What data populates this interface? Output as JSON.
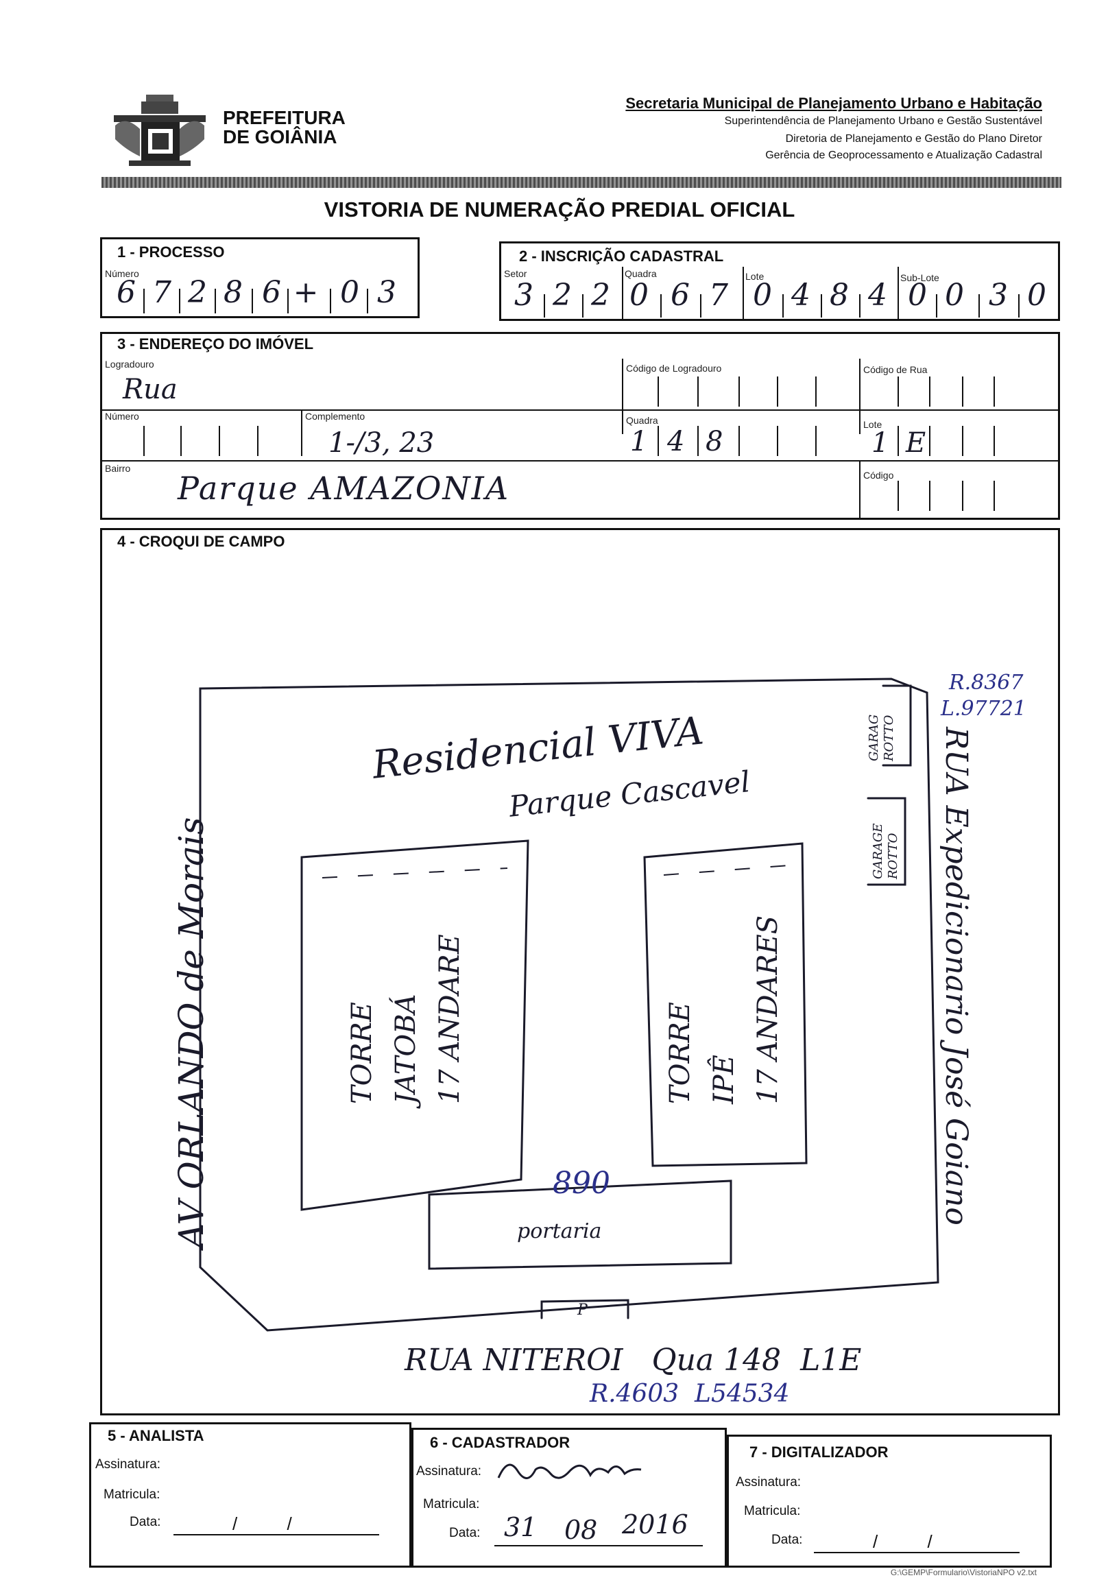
{
  "header": {
    "municipality_line1": "PREFEITURA",
    "municipality_line2": "DE GOIÂNIA",
    "secretaria": "Secretaria Municipal de Planejamento Urbano e Habitação",
    "superintendencia": "Superintendência de Planejamento Urbano e Gestão Sustentável",
    "diretoria": "Diretoria de Planejamento e Gestão do Plano Diretor",
    "gerencia": "Gerência de Geoprocessamento e Atualização Cadastral"
  },
  "form_title": "VISTORIA DE NUMERAÇÃO PREDIAL OFICIAL",
  "processo": {
    "title": "1 - PROCESSO",
    "numero_label": "Número",
    "digits": [
      "6",
      "7",
      "2",
      "8",
      "6",
      "+",
      "0",
      "3"
    ]
  },
  "inscricao": {
    "title": "2 - INSCRIÇÃO CADASTRAL",
    "setor_label": "Setor",
    "quadra_label": "Quadra",
    "lote_label": "Lote",
    "sublote_label": "Sub-Lote",
    "digits": [
      "3",
      "2",
      "2",
      "0",
      "6",
      "7",
      "0",
      "4",
      "8",
      "4",
      "0",
      "0",
      "3",
      "0"
    ]
  },
  "endereco": {
    "title": "3 - ENDEREÇO DO IMÓVEL",
    "logradouro_label": "Logradouro",
    "logradouro_value": "Rua",
    "codigo_logradouro_label": "Código de Logradouro",
    "codigo_rua_label": "Código de Rua",
    "numero_label": "Número",
    "complemento_label": "Complemento",
    "complemento_value": "1-/3, 23",
    "quadra_label": "Quadra",
    "quadra_digits": [
      "1",
      "4",
      "8"
    ],
    "lote_label": "Lote",
    "lote_digits": [
      "1",
      "E"
    ],
    "bairro_label": "Bairro",
    "bairro_value": "Parque AMAZONIA",
    "codigo_label": "Código"
  },
  "croqui": {
    "title": "4 - CROQUI DE CAMPO",
    "residencial_line1": "Residencial VIVA",
    "residencial_line2": "Parque Cascavel",
    "torre_jatoba_line1": "TORRE",
    "torre_jatoba_line2": "JATOBÁ",
    "torre_jatoba_line3": "17 ANDARE",
    "torre_ipe_line1": "TORRE",
    "torre_ipe_line2": "IPÊ",
    "torre_ipe_line3": "17 ANDARES",
    "numero_predial": "890",
    "portaria": "portaria",
    "portao_mark": "P",
    "garagem_top": "GARAG",
    "rotto_top": "ROTTO",
    "garagem_bottom": "GARAGE",
    "rotto_bottom": "ROTTO",
    "street_left": "AV ORLANDO de Morais",
    "street_right": "RUA Expedicionario José Goiano",
    "street_bottom": "RUA NITEROI   Qua 148  L1E",
    "ref_top_r": "R.8367",
    "ref_top_l": "L.97721",
    "ref_bottom": "R.4603  L54534"
  },
  "analista": {
    "title": "5 - ANALISTA",
    "assinatura_label": "Assinatura:",
    "matricula_label": "Matricula:",
    "data_label": "Data:",
    "date_slashes": "/          /"
  },
  "cadastrador": {
    "title": "6 - CADASTRADOR",
    "assinatura_label": "Assinatura:",
    "matricula_label": "Matricula:",
    "data_label": "Data:",
    "date_day": "31",
    "date_month": "08",
    "date_year": "2016"
  },
  "digitalizador": {
    "title": "7 - DIGITALIZADOR",
    "assinatura_label": "Assinatura:",
    "matricula_label": "Matricula:",
    "data_label": "Data:",
    "date_slashes": "/          /"
  },
  "footer_path": "G:\\GEMP\\Formulario\\VistoriaNPO  v2.txt",
  "colors": {
    "ink": "#111111",
    "pen_blue": "#2a2f8a"
  }
}
